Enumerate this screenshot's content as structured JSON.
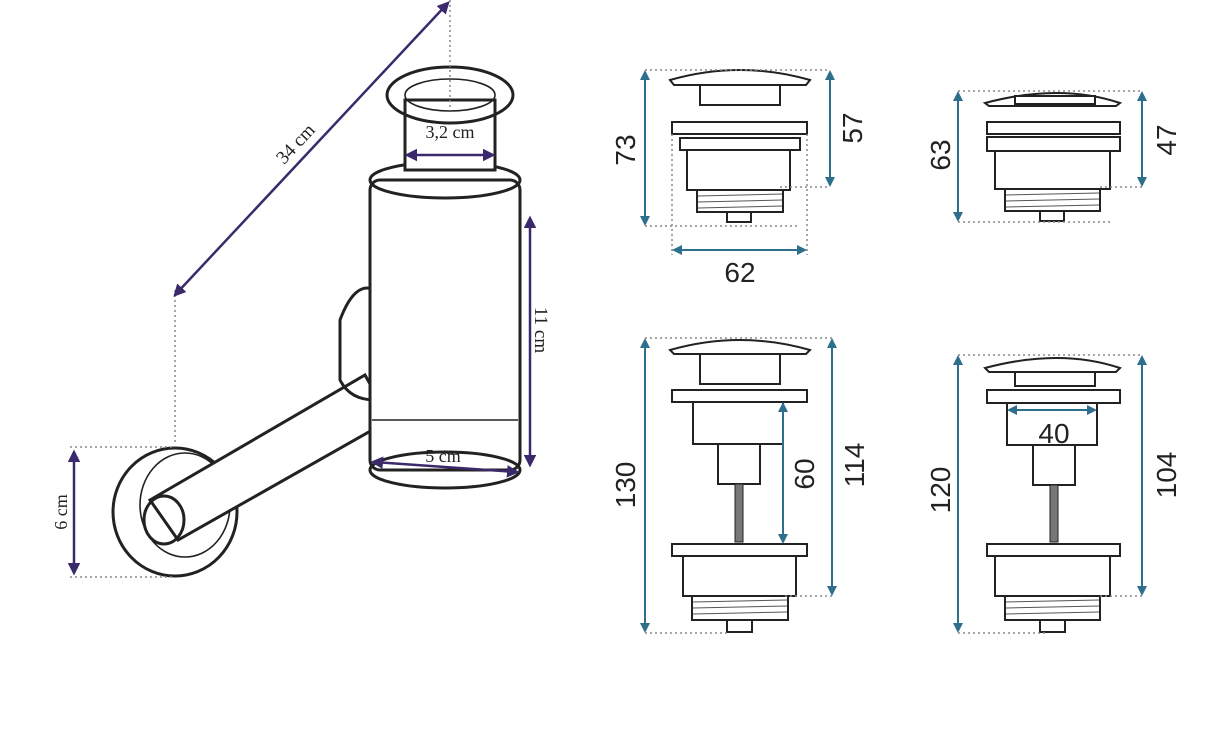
{
  "siphon": {
    "length_label": "34 cm",
    "pipe_diameter_label": "3,2 cm",
    "body_height_label": "11 cm",
    "body_diameter_label": "5 cm",
    "wall_plate_label": "6 cm"
  },
  "plugs": {
    "top_left": {
      "total_height": "73",
      "cap_height": "57",
      "width": "62"
    },
    "top_right": {
      "total_height": "63",
      "cap_height": "47"
    },
    "bottom_left": {
      "total_height": "130",
      "cap_height": "114",
      "stem_height": "60"
    },
    "bottom_right": {
      "total_height": "120",
      "cap_height": "104",
      "inner_width": "40"
    }
  },
  "colors": {
    "siphon_arrow": "#3b2a6b",
    "plug_arrow": "#2e6f8e",
    "outline": "#222222"
  }
}
